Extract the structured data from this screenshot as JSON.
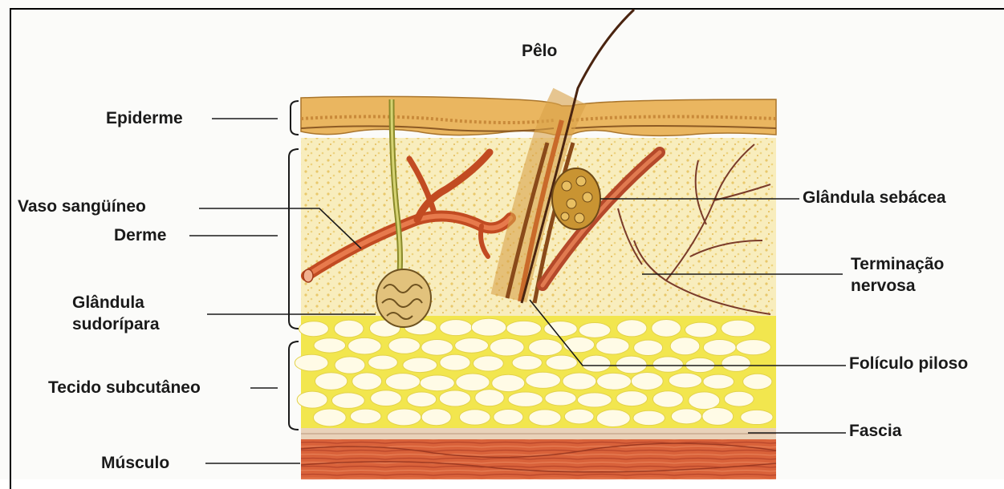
{
  "labels": {
    "pelo": "Pêlo",
    "epiderme": "Epiderme",
    "vaso_sanguineo": "Vaso sangüíneo",
    "derme": "Derme",
    "glandula_sudoripara_line1": "Glândula",
    "glandula_sudoripara_line2": "sudorípara",
    "tecido_subcutaneo": "Tecido subcutâneo",
    "musculo": "Músculo",
    "glandula_sebacea": "Glândula sebácea",
    "terminacao_nervosa_line1": "Terminação",
    "terminacao_nervosa_line2": "nervosa",
    "foliculo_piloso": "Folículo piloso",
    "fascia": "Fascia"
  },
  "colors": {
    "epidermis": "#e8b35a",
    "dermis": "#f6e7a8",
    "subcutaneous": "#f5ec5a",
    "fat_cell": "#fffbe6",
    "fascia": "#e9d2b9",
    "muscle": "#d9623a",
    "vessel": "#d45a2c",
    "nerve": "#7a3b2a",
    "hair": "#5a2a10",
    "gland": "#c9962e"
  }
}
